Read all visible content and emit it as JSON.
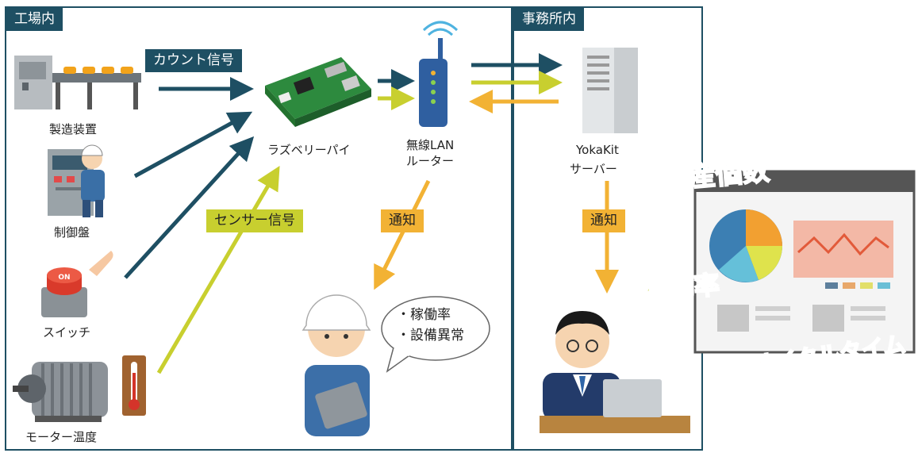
{
  "zones": {
    "factory": "工場内",
    "office": "事務所内"
  },
  "labels": {
    "count_signal": "カウント信号",
    "sensor_signal": "センサー信号",
    "notify_left": "通知",
    "notify_right": "通知"
  },
  "devices": {
    "machine": "製造装置",
    "control_panel": "制御盤",
    "switch": "スイッチ",
    "motor_temp": "モーター温度",
    "raspberry_pi": "ラズベリーパイ",
    "router_line1": "無線LAN",
    "router_line2": "ルーター",
    "server_line1": "YokaKit",
    "server_line2": "サーバー"
  },
  "bubble": {
    "items": [
      "・稼働率",
      "・設備異常"
    ]
  },
  "switch_button": "ON",
  "dashboard": {
    "title": "生産個数",
    "rate": "稼働率",
    "cycle": "サイクルタイム"
  },
  "colors": {
    "navy": "#1e4f63",
    "lime": "#c8cf2f",
    "orange": "#f2b234"
  }
}
